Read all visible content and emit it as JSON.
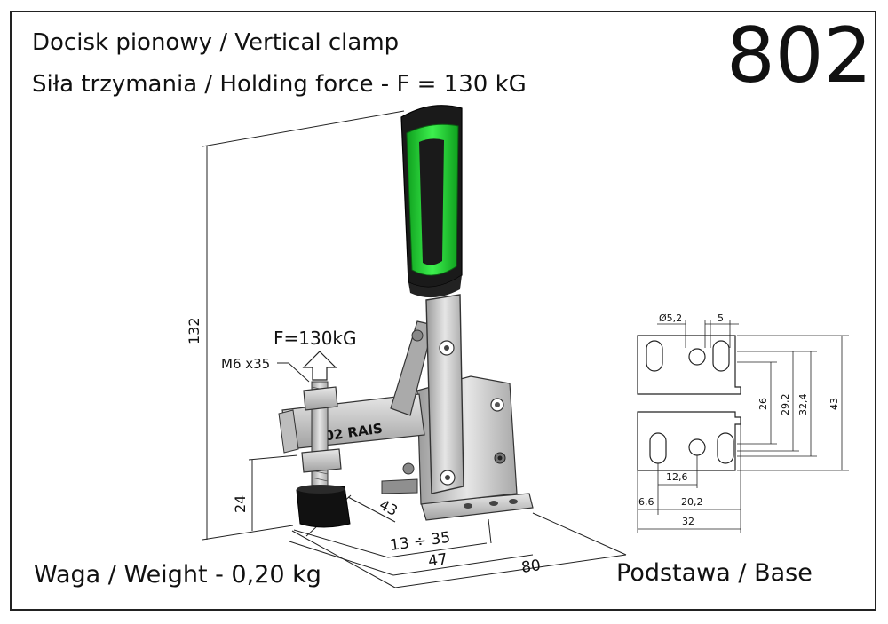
{
  "title": {
    "line1": "Docisk pionowy / Vertical clamp",
    "line2": "Siła trzymania / Holding force - F = 130 kG"
  },
  "model_number": "802",
  "weight_label": "Waga / Weight - 0,20 kg",
  "base_label": "Podstawa / Base",
  "clamp": {
    "force_label": "F=130kG",
    "screw_label": "M6 x35",
    "arm_engraving": "802 RAIS",
    "dimensions": {
      "height": "132",
      "spindle_height": "24",
      "d43": "43",
      "range": "13 ÷ 35",
      "d47": "47",
      "d80": "80"
    }
  },
  "base_drawing": {
    "hole_dia": "Ø5,2",
    "slot_w": "5",
    "v26": "26",
    "v29_2": "29,2",
    "v32_4": "32,4",
    "v43": "43",
    "h12_6": "12,6",
    "h6_6": "6,6",
    "h20_2": "20,2",
    "h32": "32"
  },
  "colors": {
    "handle_green": "#19d62a",
    "handle_black": "#1a1a1a",
    "steel": "#c9c9c9"
  }
}
